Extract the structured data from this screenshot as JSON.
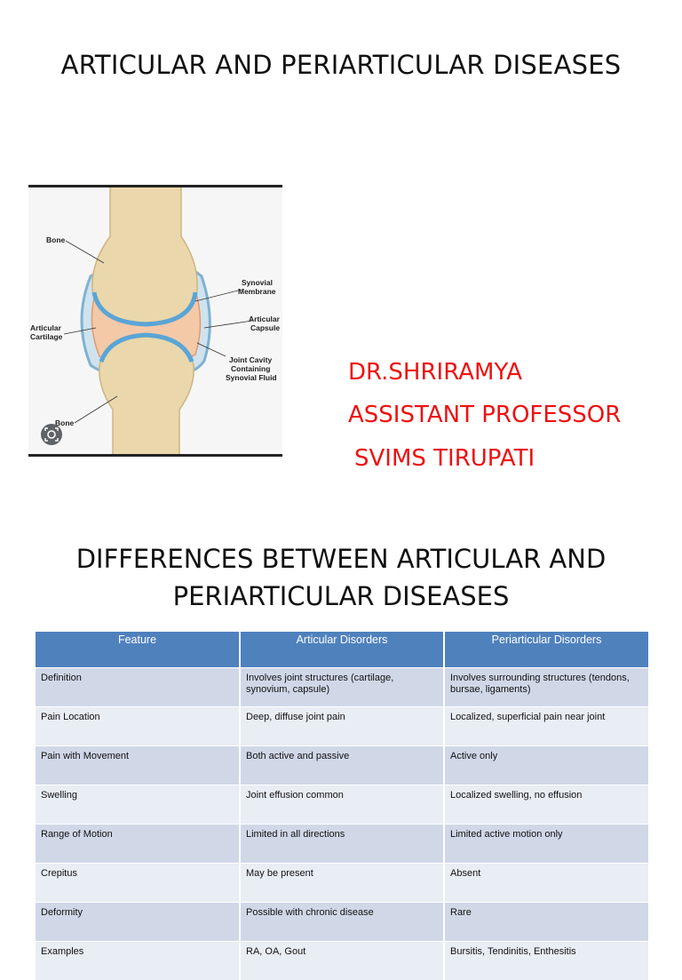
{
  "slide1": {
    "title": "ARTICULAR AND PERIARTICULAR DISEASES",
    "diagram_labels": {
      "bone_top": "Bone",
      "synovial_1": "Synovial",
      "synovial_2": "Membrane",
      "articular_1": "Articular",
      "articular_2": "Capsule",
      "cartilage_1": "Articular",
      "cartilage_2": "Cartilage",
      "cavity_1": "Joint Cavity",
      "cavity_2": "Containing",
      "cavity_3": "Synovial Fluid",
      "bone_bottom": "Bone"
    },
    "author": {
      "name": "DR.SHRIRAMYA",
      "role": "ASSISTANT PROFESSOR",
      "institution": "SVIMS TIRUPATI"
    }
  },
  "slide2": {
    "title_line1": "DIFFERENCES BETWEEN ARTICULAR AND",
    "title_line2": "PERIARTICULAR DISEASES",
    "table": {
      "headers": [
        "Feature",
        "Articular Disorders",
        "Periarticular Disorders"
      ],
      "rows": [
        [
          "Definition",
          "Involves joint structures (cartilage, synovium, capsule)",
          "Involves surrounding structures (tendons, bursae, ligaments)"
        ],
        [
          "Pain Location",
          "Deep, diffuse joint pain",
          "Localized, superficial pain near joint"
        ],
        [
          "Pain with Movement",
          "Both active and passive",
          "Active only"
        ],
        [
          "Swelling",
          "Joint effusion common",
          "Localized swelling, no effusion"
        ],
        [
          "Range of Motion",
          "Limited in all directions",
          "Limited active motion only"
        ],
        [
          "Crepitus",
          "May be present",
          "Absent"
        ],
        [
          "Deformity",
          "Possible with chronic disease",
          "Rare"
        ],
        [
          "Examples",
          "RA, OA, Gout",
          "Bursitis, Tendinitis, Enthesitis"
        ]
      ]
    }
  },
  "colors": {
    "author_text": "#ee1111",
    "table_header": "#4f81bd",
    "row_dark": "#d0d8e8",
    "row_light": "#e9edf4"
  }
}
